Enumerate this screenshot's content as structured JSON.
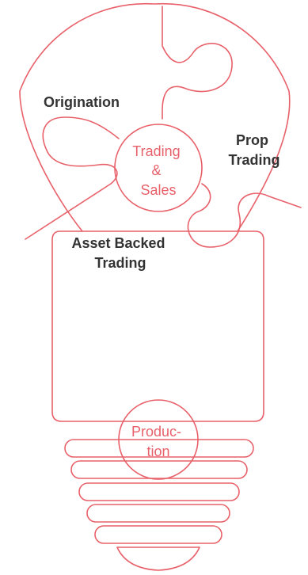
{
  "colors": {
    "accent": "#e8616a",
    "text_dark": "#333333",
    "background": "#ffffff"
  },
  "labels": {
    "origination": "Origination",
    "prop_trading": [
      "Prop",
      "Trading"
    ],
    "asset_backed_trading": [
      "Asset Backed",
      "Trading"
    ],
    "trading_sales": [
      "Trading",
      "&",
      "Sales"
    ],
    "production": [
      "Produc-",
      "tion"
    ]
  }
}
